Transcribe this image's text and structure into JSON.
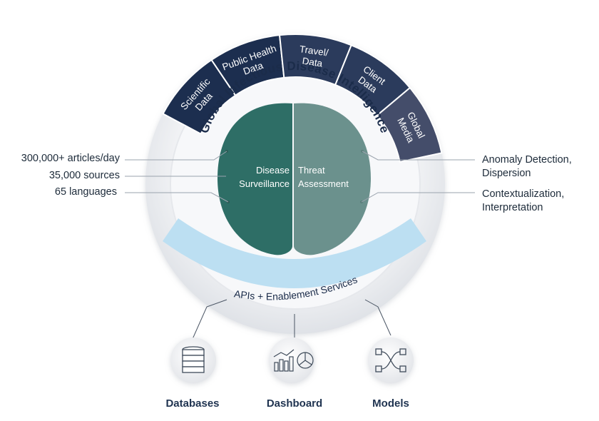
{
  "diagram": {
    "title": "Global Infectious Disease Intelligence",
    "sources": [
      "Scientific Data",
      "Public Health Data",
      "Travel/ Data",
      "Client Data",
      "Global Media"
    ],
    "source_lines": [
      [
        "Scientific",
        "Data"
      ],
      [
        "Public Health",
        "Data"
      ],
      [
        "Travel/",
        "Data"
      ],
      [
        "Client",
        "Data"
      ],
      [
        "Global",
        "Media"
      ]
    ],
    "brain_left": [
      "Disease",
      "Surveillance"
    ],
    "brain_right": [
      "Threat",
      "Assessment"
    ],
    "band_label": "APIs + Enablement Services",
    "left_stats": [
      "300,000+ articles/day",
      "35,000 sources",
      "65 languages"
    ],
    "right_notes": [
      [
        "Anomaly Detection,",
        "Dispersion"
      ],
      [
        "Contextualization,",
        "Interpretation"
      ]
    ],
    "outputs": [
      {
        "label": "Databases",
        "icon": "database-icon"
      },
      {
        "label": "Dashboard",
        "icon": "dashboard-chart-icon"
      },
      {
        "label": "Models",
        "icon": "model-flow-icon"
      }
    ],
    "colors": {
      "segment_dark": "#1c2e4f",
      "segment_mid": "#2b3b5c",
      "segment_light": "#444d6a",
      "brain_left": "#2e6e66",
      "brain_right": "#6b918d",
      "band": "#bcdff2",
      "title_text": "#1b2c4a"
    }
  }
}
